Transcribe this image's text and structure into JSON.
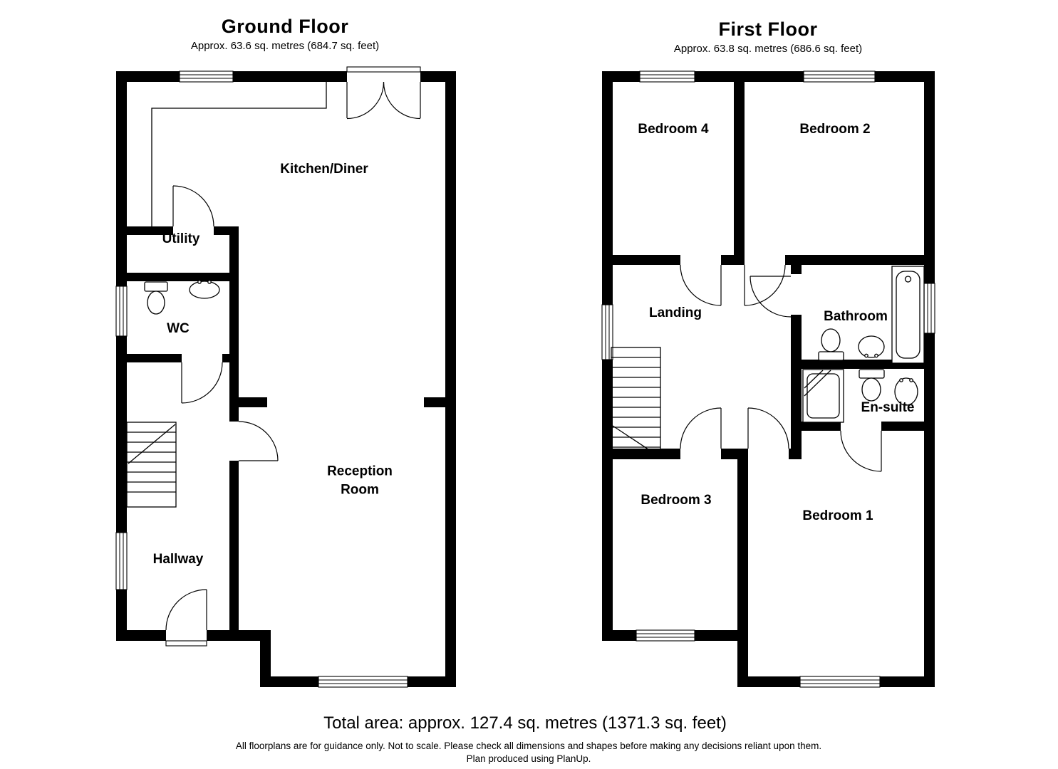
{
  "ground_floor": {
    "title": "Ground Floor",
    "subtitle": "Approx. 63.6 sq. metres (684.7 sq. feet)",
    "rooms": {
      "kitchen": "Kitchen/Diner",
      "utility": "Utility",
      "wc": "WC",
      "hallway": "Hallway",
      "reception_line1": "Reception",
      "reception_line2": "Room"
    }
  },
  "first_floor": {
    "title": "First Floor",
    "subtitle": "Approx. 63.8 sq. metres (686.6 sq. feet)",
    "rooms": {
      "bedroom4": "Bedroom 4",
      "bedroom2": "Bedroom 2",
      "landing": "Landing",
      "bathroom": "Bathroom",
      "ensuite": "En-suite",
      "bedroom3": "Bedroom 3",
      "bedroom1": "Bedroom 1"
    }
  },
  "footer": {
    "total_area": "Total area: approx. 127.4 sq. metres (1371.3 sq. feet)",
    "disclaimer": "All floorplans are for guidance only. Not to scale. Please check all dimensions and shapes before making any decisions reliant upon them.",
    "credit": "Plan produced using PlanUp."
  },
  "colors": {
    "wall": "#000000",
    "background": "#ffffff"
  }
}
